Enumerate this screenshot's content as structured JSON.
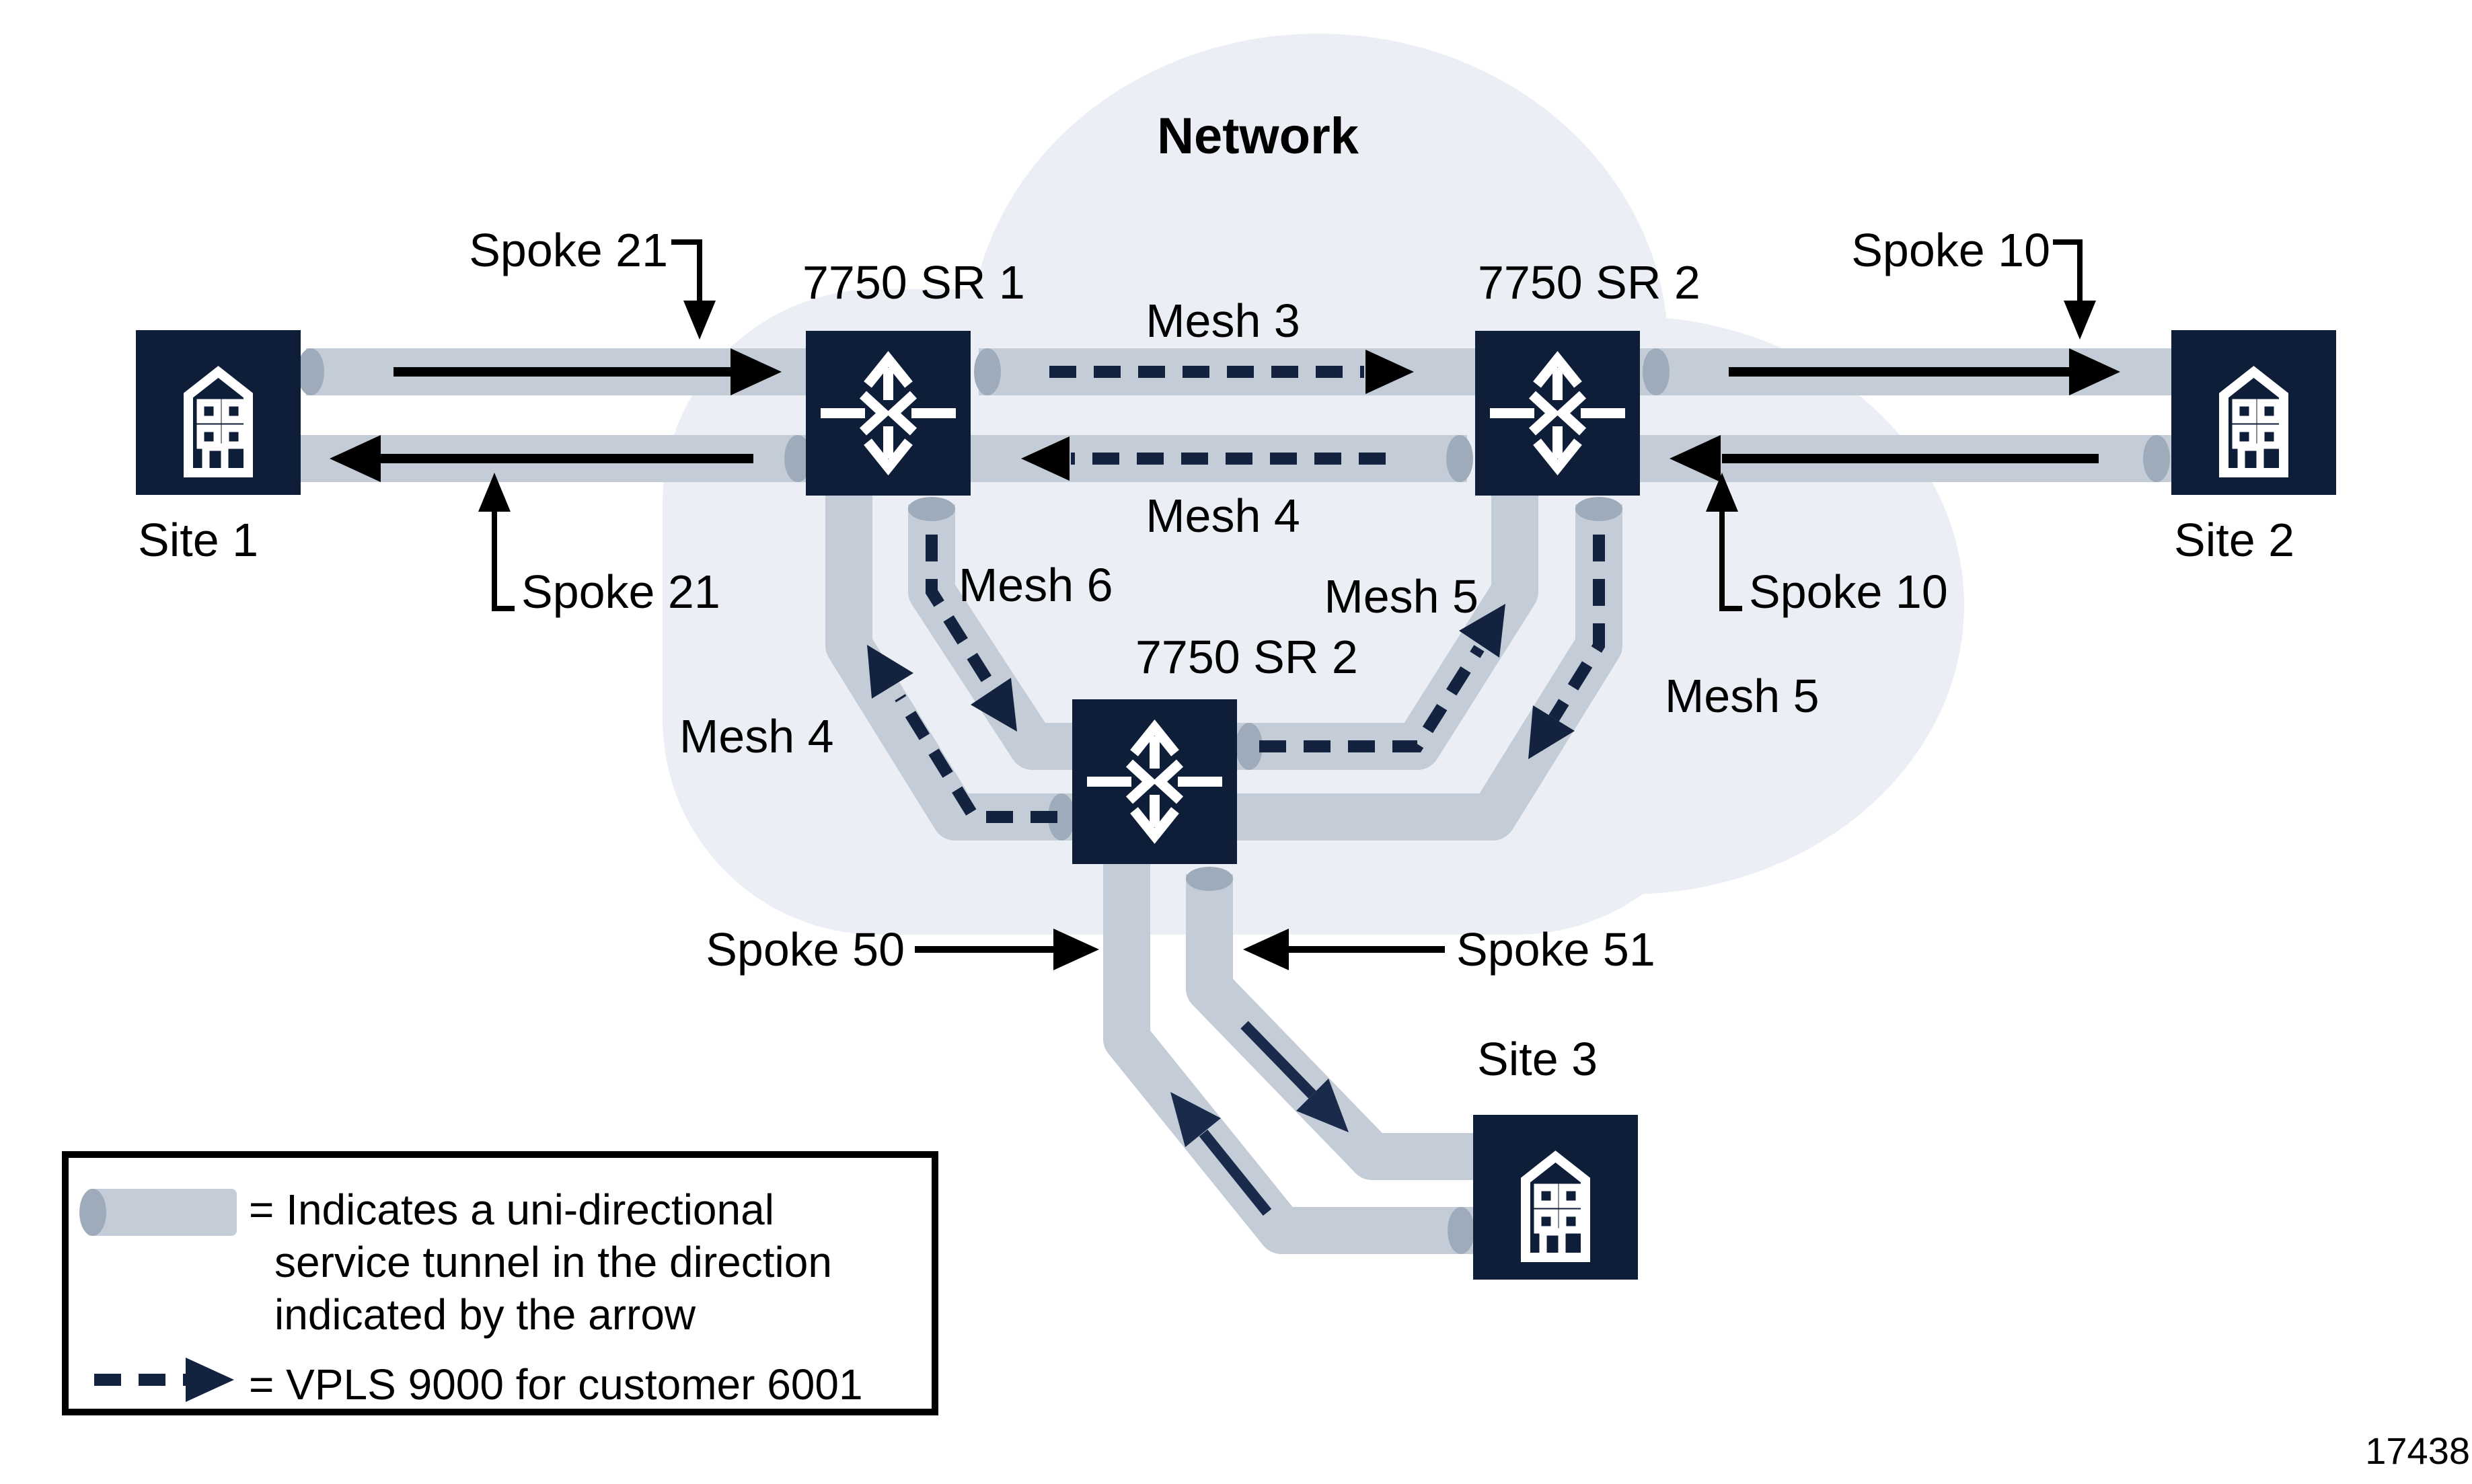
{
  "network": {
    "title": "Network"
  },
  "figure": {
    "number": "17438"
  },
  "nodes": {
    "site1": {
      "label": "Site 1"
    },
    "site2": {
      "label": "Site 2"
    },
    "site3": {
      "label": "Site 3"
    },
    "sr1": {
      "label": "7750 SR 1"
    },
    "sr2_top": {
      "label": "7750 SR 2"
    },
    "sr2_center": {
      "label": "7750 SR 2"
    }
  },
  "tunnels": {
    "spoke21_to_sr1": "Spoke 21",
    "spoke21_to_site1": "Spoke 21",
    "spoke10_to_site2": "Spoke 10",
    "spoke10_to_sr2": "Spoke 10",
    "mesh3": "Mesh 3",
    "mesh4_between_routers": "Mesh 4",
    "mesh4_down_left": "Mesh 4",
    "mesh6": "Mesh 6",
    "mesh5_left": "Mesh 5",
    "mesh5_right": "Mesh 5",
    "spoke50": "Spoke 50",
    "spoke51": "Spoke 51"
  },
  "legend": {
    "line1": "= Indicates a uni-directional",
    "line2": "service tunnel in the direction",
    "line3": "indicated by the arrow",
    "vpls": "= VPLS 9000 for customer 6001"
  },
  "colors": {
    "navy": "#0e1e38",
    "dash_navy": "#13223f",
    "arrow_navy": "#1a2a4a",
    "tunnel_gray": "#c3ccd7",
    "tunnel_cap": "#9dabbb",
    "cloud": "#ebeff5"
  }
}
